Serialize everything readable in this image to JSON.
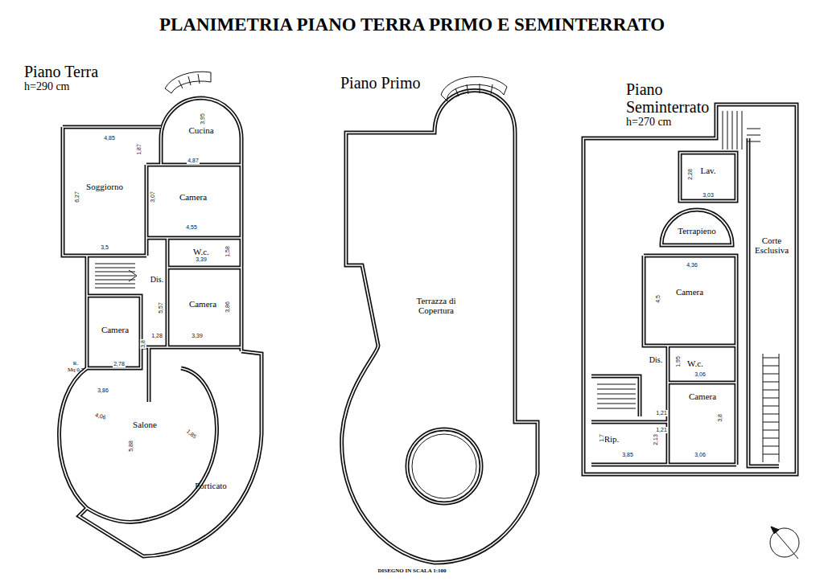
{
  "diagram": {
    "title": "PLANIMETRIA PIANO TERRA PRIMO E SEMINTERRATO",
    "caption": "DISEGNO IN SCALA 1:100",
    "nodes": [
      {
        "text": [
          "Piano Terra",
          "h=290 cm"
        ]
      },
      {
        "text": [
          "Cucina"
        ],
        "in": 0
      },
      {
        "text": [
          "Soggiorno"
        ],
        "in": 0
      },
      {
        "text": [
          "Camera"
        ],
        "in": 0
      },
      {
        "text": [
          "W.c."
        ],
        "in": 0
      },
      {
        "text": [
          "Dis."
        ],
        "in": 0
      },
      {
        "text": [
          "Camera"
        ],
        "in": 0
      },
      {
        "text": [
          "Camera"
        ],
        "in": 0
      },
      {
        "text": [
          "R.",
          "Mq 0.7"
        ],
        "in": 0
      },
      {
        "text": [
          "Salone"
        ],
        "in": 0
      },
      {
        "text": [
          "Porticato"
        ],
        "in": 0
      },
      {
        "text": [
          "Piano Primo"
        ]
      },
      {
        "text": [
          "Terrazza di Copertura"
        ],
        "in": 11
      },
      {
        "text": [
          "Piano Seminterrato",
          "h=270 cm"
        ]
      },
      {
        "text": [
          "Lav."
        ],
        "in": 13
      },
      {
        "text": [
          "Terrapieno"
        ],
        "in": 13
      },
      {
        "text": [
          "Corte Esclusiva"
        ],
        "in": 13
      },
      {
        "text": [
          "Camera"
        ],
        "in": 13
      },
      {
        "text": [
          "Dis."
        ],
        "in": 13
      },
      {
        "text": [
          "W.c."
        ],
        "in": 13
      },
      {
        "text": [
          "Camera"
        ],
        "in": 13
      },
      {
        "text": [
          "Rip."
        ],
        "in": 13
      }
    ],
    "labels": [
      "4,85",
      "1,87",
      "3,95",
      "4,87",
      "6,27",
      "3,07",
      "4,55",
      "3,5",
      "1,58",
      "3,39",
      "5,57",
      "3,86",
      "3,39",
      "1,28",
      "3,8",
      "2,78",
      "3,86",
      "4,06",
      "5,88",
      "1,85",
      "2,28",
      "3,03",
      "4,36",
      "4,5",
      "1,95",
      "3,06",
      "1,21",
      "1,21",
      "2,13",
      "1,7",
      "3,85",
      "3,06",
      "3,8"
    ]
  }
}
